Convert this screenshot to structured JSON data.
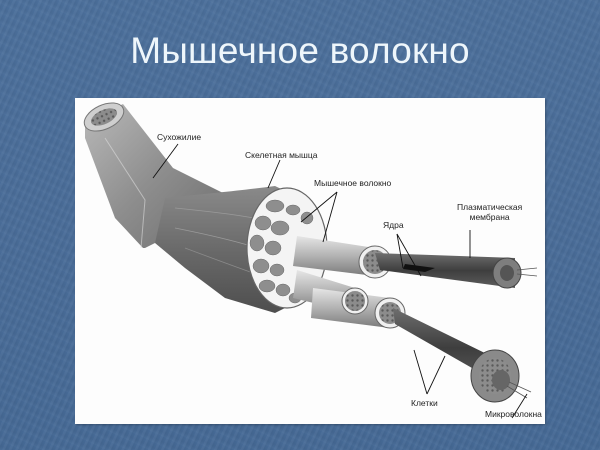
{
  "slide": {
    "title": "Мышечное волокно",
    "background_color": "#4a6e9a",
    "title_color": "#eef6fb"
  },
  "figure": {
    "labels": {
      "tendon": "Сухожилие",
      "skeletal_muscle": "Скелетная мышца",
      "muscle_fiber": "Мышечное волокно",
      "nuclei": "Ядра",
      "plasma_membrane_line1": "Плазматическая",
      "plasma_membrane_line2": "мембрана",
      "cells": "Клетки",
      "microfibrils": "Микроволокна"
    }
  }
}
